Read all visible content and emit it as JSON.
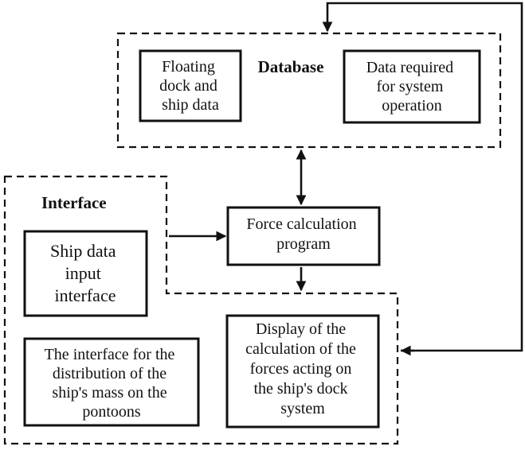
{
  "database": {
    "title": "Database",
    "box1": [
      "Floating",
      "dock and",
      "ship data"
    ],
    "box2": [
      "Data required",
      "for system",
      "operation"
    ]
  },
  "interface": {
    "title": "Interface",
    "box1": [
      "Ship data",
      "input",
      "interface"
    ],
    "box2": [
      "The interface for the",
      "distribution of the",
      "ship's mass on the",
      "pontoons"
    ]
  },
  "force_program": [
    "Force calculation",
    "program"
  ],
  "display": [
    "Display of the",
    "calculation of the",
    "forces acting on",
    "the ship's dock",
    "system"
  ]
}
